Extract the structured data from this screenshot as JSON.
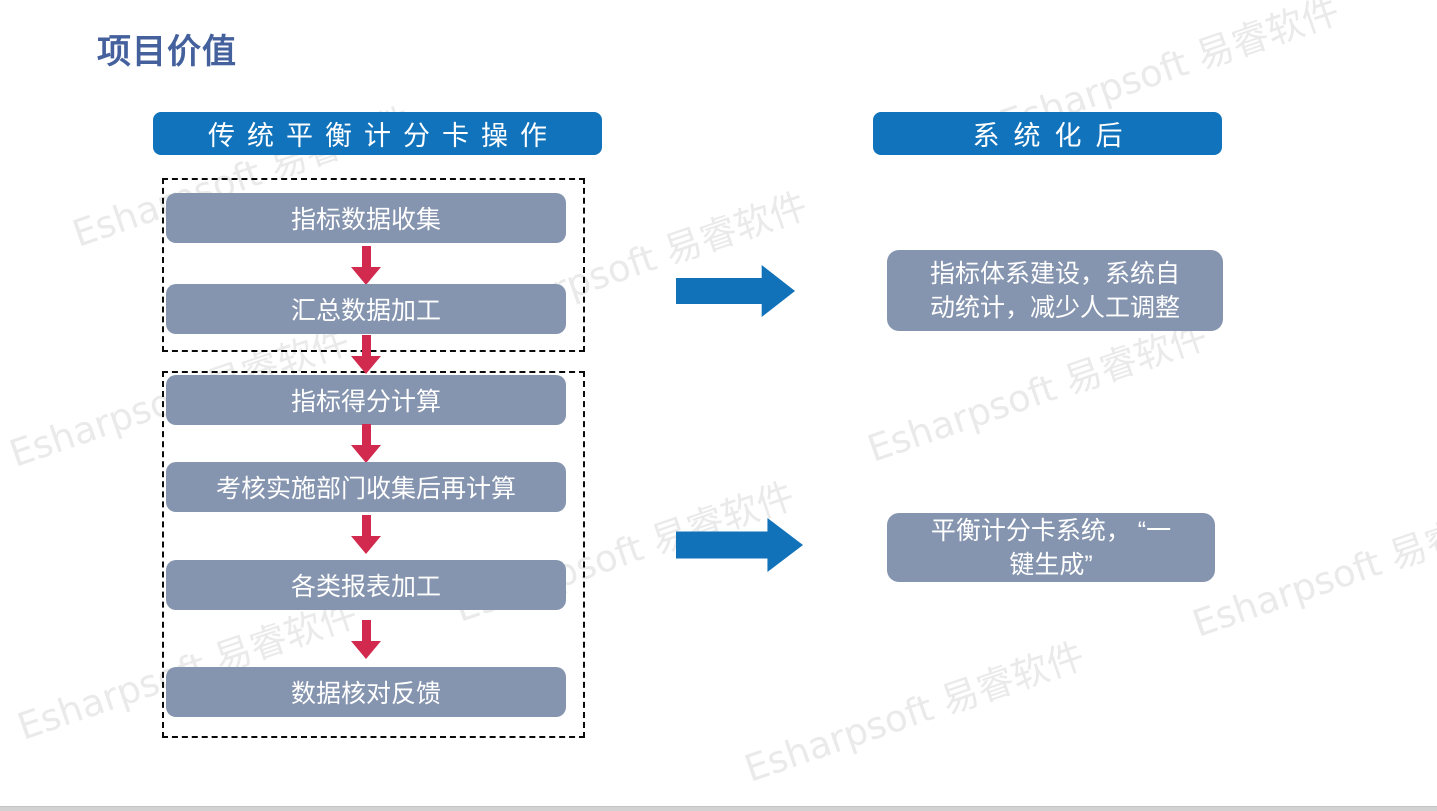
{
  "title": "项目价值",
  "left_panel": {
    "header": "传统平衡计分卡操作",
    "groups": [
      {
        "steps": [
          "指标数据收集",
          "汇总数据加工"
        ]
      },
      {
        "steps": [
          "指标得分计算",
          "考核实施部门收集后再计算",
          "各类报表加工",
          "数据核对反馈"
        ]
      }
    ]
  },
  "right_panel": {
    "header": "系统化后",
    "results": [
      {
        "line1": "指标体系建设，系统自",
        "line2": "动统计，减少人工调整"
      },
      {
        "line1": "平衡计分卡系统， “一",
        "line2": "键生成”"
      }
    ]
  },
  "watermark": {
    "text": "Esharpsoft 易睿软件"
  },
  "colors": {
    "banner_blue": "#1173bb",
    "arrow_blue": "#1172ba",
    "step_gray": "#8695af",
    "flow_red": "#d2294e",
    "title_blue": "#44619d",
    "watermark_gray": "#eaeaea"
  }
}
